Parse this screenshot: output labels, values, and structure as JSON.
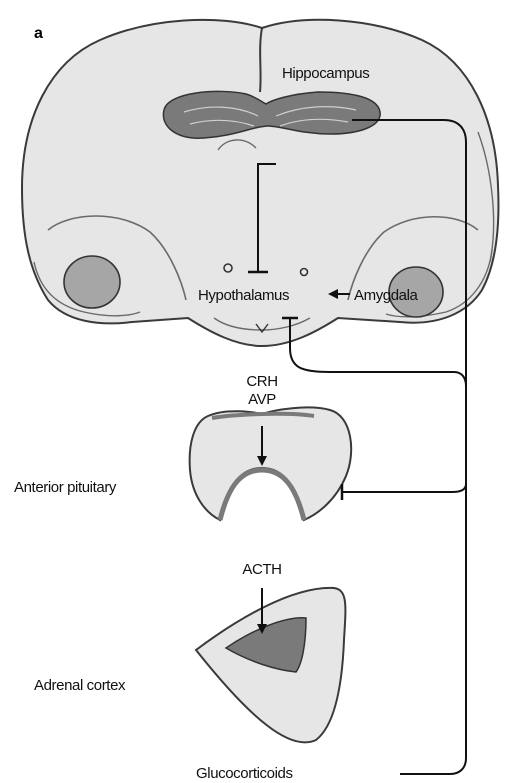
{
  "panel_label": "a",
  "labels": {
    "hippocampus": "Hippocampus",
    "hypothalamus": "Hypothalamus",
    "amygdala": "Amygdala",
    "crh": "CRH",
    "avp": "AVP",
    "anterior_pituitary": "Anterior pituitary",
    "acth": "ACTH",
    "adrenal_cortex": "Adrenal cortex",
    "glucocorticoids": "Glucocorticoids"
  },
  "colors": {
    "tissue_fill": "#e6e6e6",
    "dark_fill": "#7a7a7a",
    "mid_fill": "#a6a6a6",
    "outline": "#3a3a3a",
    "pathway": "#111111"
  }
}
